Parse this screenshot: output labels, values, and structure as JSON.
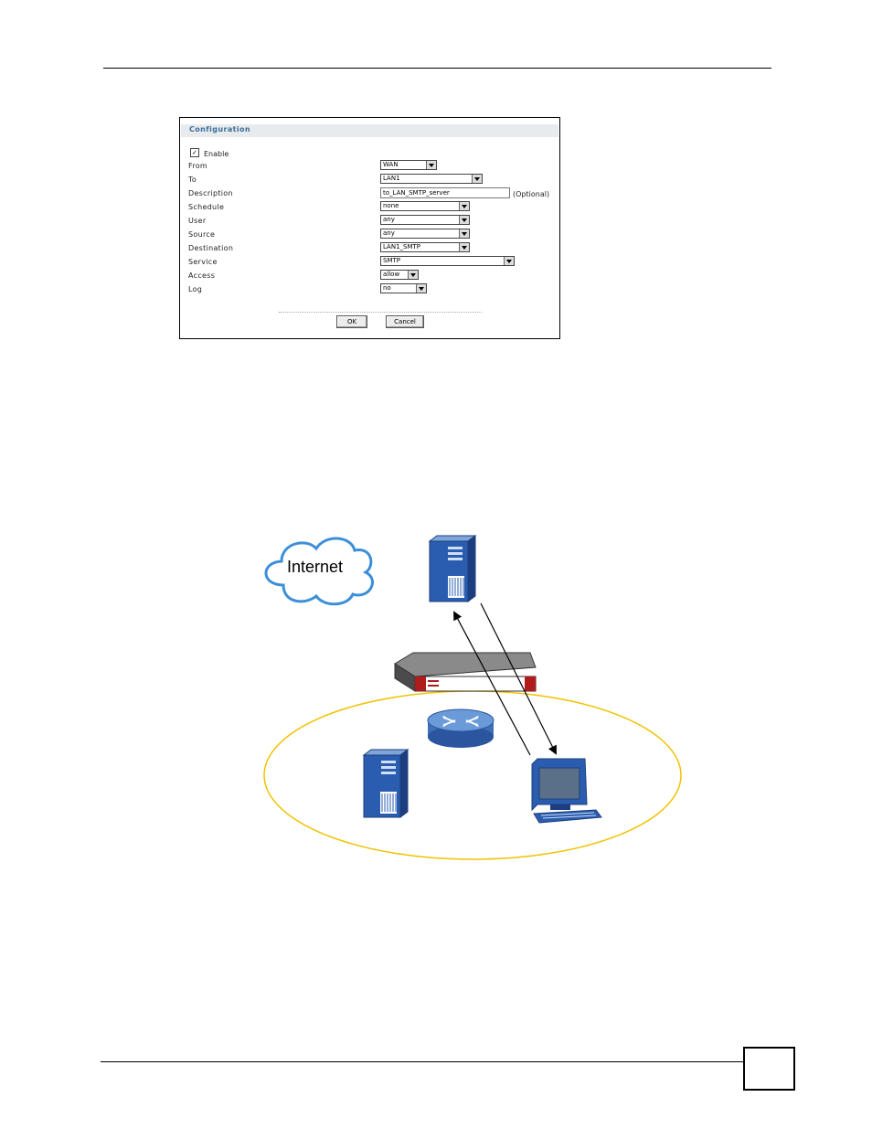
{
  "config_panel": {
    "title": "Configuration",
    "enable_label": "Enable",
    "enable_checked": true,
    "fields": {
      "from": {
        "label": "From",
        "value": "WAN"
      },
      "to": {
        "label": "To",
        "value": "LAN1"
      },
      "description": {
        "label": "Description",
        "value": "to_LAN_SMTP_server",
        "hint": "(Optional)"
      },
      "schedule": {
        "label": "Schedule",
        "value": "none"
      },
      "user": {
        "label": "User",
        "value": "any"
      },
      "source": {
        "label": "Source",
        "value": "any"
      },
      "destination": {
        "label": "Destination",
        "value": "LAN1_SMTP"
      },
      "service": {
        "label": "Service",
        "value": "SMTP"
      },
      "access": {
        "label": "Access",
        "value": "allow"
      },
      "log": {
        "label": "Log",
        "value": "no"
      }
    },
    "ok_label": "OK",
    "cancel_label": "Cancel"
  },
  "diagram": {
    "internet_label": "Internet",
    "colors": {
      "lan_ellipse": "#f2c200",
      "server_blue": "#2a5db0",
      "firewall_red": "#b01c1c"
    }
  }
}
